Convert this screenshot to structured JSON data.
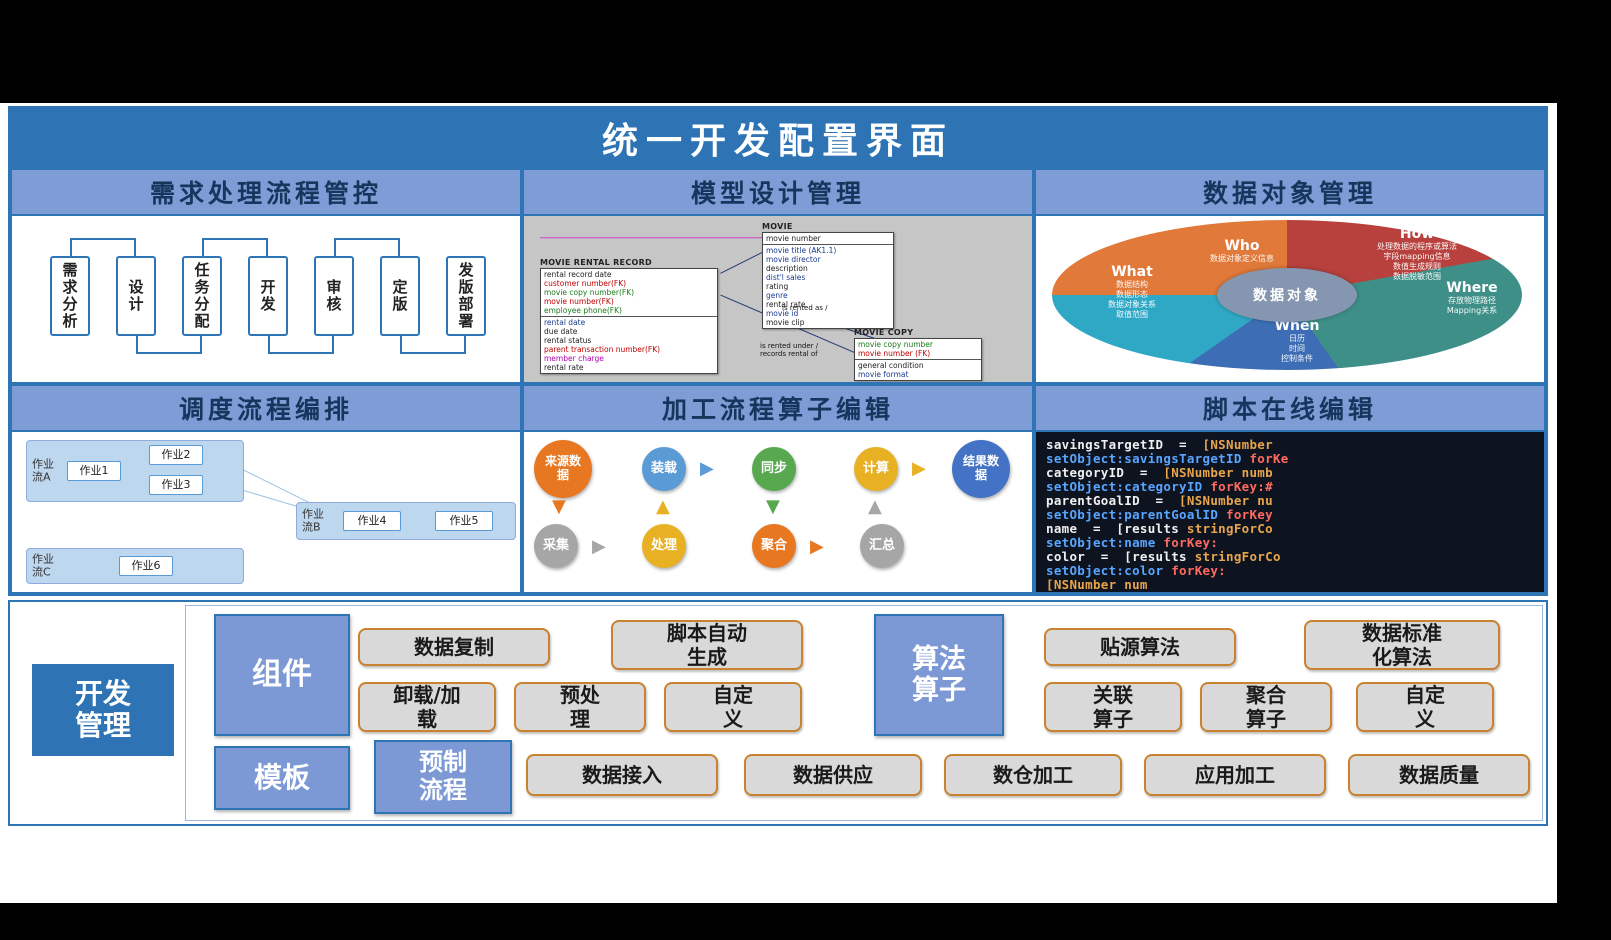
{
  "title": "统一开发配置界面",
  "panels": {
    "requirements": {
      "title": "需求处理流程管控",
      "steps": [
        "需求分析",
        "设计",
        "任务分配",
        "开发",
        "审核",
        "定版",
        "发版部署"
      ]
    },
    "model": {
      "title": "模型设计管理",
      "tables": {
        "movie": {
          "name": "MOVIE",
          "rows": [
            "movie number",
            "movie title (AK1.1)",
            "movie director",
            "description",
            "dist'l sales",
            "rating",
            "genre",
            "rental rate",
            "movie id",
            "movie clip"
          ]
        },
        "mrr": {
          "name": "MOVIE RENTAL RECORD",
          "rows": [
            "rental record date",
            "customer number(FK)",
            "movie copy number(FK)",
            "movie number(FK)",
            "employee phone(FK)",
            "rental date",
            "due date",
            "rental status",
            "parent transaction number(FK)",
            "member charge",
            "rental rate"
          ]
        },
        "copy": {
          "name": "MOVIE COPY",
          "rows": [
            "movie copy number",
            "movie number (FK)",
            "general condition",
            "movie format"
          ]
        }
      },
      "rel1": "is rented as /",
      "rel2": "is rented under /\nrecords rental of"
    },
    "dataobject": {
      "title": "数据对象管理",
      "center": "数据对象",
      "segments": {
        "who": {
          "label": "Who",
          "desc": "数据对象定义信息"
        },
        "how": {
          "label": "How",
          "desc": "处理数据的程序或算法\n字段mapping信息\n数值生成规则\n数据脱敏范围"
        },
        "where": {
          "label": "Where",
          "desc": "存放物理路径\nMapping关系"
        },
        "when": {
          "label": "When",
          "desc": "日历\n时间\n控制条件"
        },
        "what": {
          "label": "What",
          "desc": "数据结构\n数据形态\n数据对象关系\n取值范围"
        }
      }
    },
    "scheduling": {
      "title": "调度流程编排",
      "flowA": {
        "label": "作业流A",
        "j1": "作业1",
        "j2": "作业2",
        "j3": "作业3"
      },
      "flowB": {
        "label": "作业流B",
        "j4": "作业4",
        "j5": "作业5"
      },
      "flowC": {
        "label": "作业流C",
        "j6": "作业6"
      }
    },
    "operators": {
      "title": "加工流程算子编辑",
      "source": "来源数据",
      "load": "装载",
      "sync": "同步",
      "calc": "计算",
      "result": "结果数据",
      "collect": "采集",
      "process": "处理",
      "aggregate": "聚合",
      "summarize": "汇总"
    },
    "script": {
      "title": "脚本在线编辑",
      "lines": [
        {
          "head": "savingsTargetID  =  ",
          "tail": "[NSNumber"
        },
        {
          "head": "setObject:savingsTargetID ",
          "tail": "forKe"
        },
        {
          "head": "categoryID  =  ",
          "tail": "[NSNumber numb"
        },
        {
          "head": "setObject:categoryID ",
          "tail": "forKey:#"
        },
        {
          "head": "parentGoalID  =  ",
          "tail": "[NSNumber nu"
        },
        {
          "head": "setObject:parentGoalID ",
          "tail": "forKey"
        },
        {
          "head": "name  =  [results ",
          "tail": "stringForCo"
        },
        {
          "head": "setObject:name ",
          "tail": "forKey:"
        },
        {
          "head": "color  =  [results ",
          "tail": "stringForCo"
        },
        {
          "head": "setObject:color ",
          "tail": "forKey:"
        },
        {
          "head": "",
          "tail": "[NSNumber num"
        }
      ]
    }
  },
  "dev": {
    "label": "开发管理",
    "component": {
      "label": "组件",
      "b1": "数据复制",
      "b2": "脚本自动生成",
      "b3": "卸载/加载",
      "b4": "预处理",
      "b5": "自定义"
    },
    "algorithm": {
      "label": "算法算子",
      "b1": "贴源算法",
      "b2": "数据标准化算法",
      "b3": "关联算子",
      "b4": "聚合算子",
      "b5": "自定义"
    },
    "template": {
      "label": "模板",
      "pre": "预制流程",
      "b1": "数据接入",
      "b2": "数据供应",
      "b3": "数仓加工",
      "b4": "应用加工",
      "b5": "数据质量"
    }
  }
}
